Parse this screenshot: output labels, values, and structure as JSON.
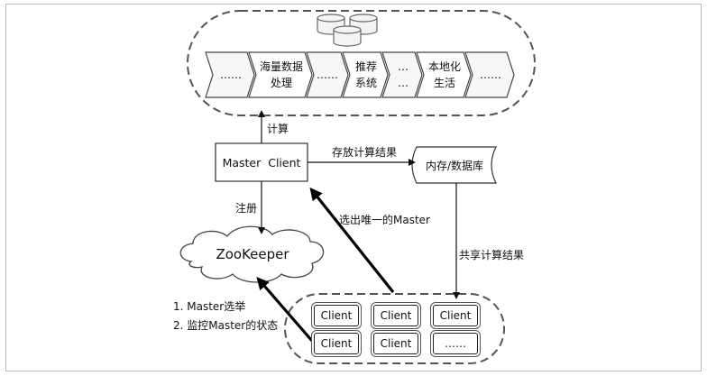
{
  "pipeline": {
    "stages": [
      "……",
      "海量数据\n处理",
      "……",
      "推荐\n系统",
      "…\n…",
      "本地化\n生活",
      "……"
    ]
  },
  "nodes": {
    "master_client": "Master  Client",
    "storage": "内存/数据库",
    "zookeeper": "ZooKeeper"
  },
  "clients": [
    "Client",
    "Client",
    "Client",
    "Client",
    "Client",
    "……"
  ],
  "edges": {
    "compute": "计算",
    "store_result": "存放计算结果",
    "register": "注册",
    "elect": "选出唯一的Master",
    "share_result": "共享计算结果"
  },
  "notes": {
    "line1": "1. Master选举",
    "line2": "2. 监控Master的状态"
  }
}
